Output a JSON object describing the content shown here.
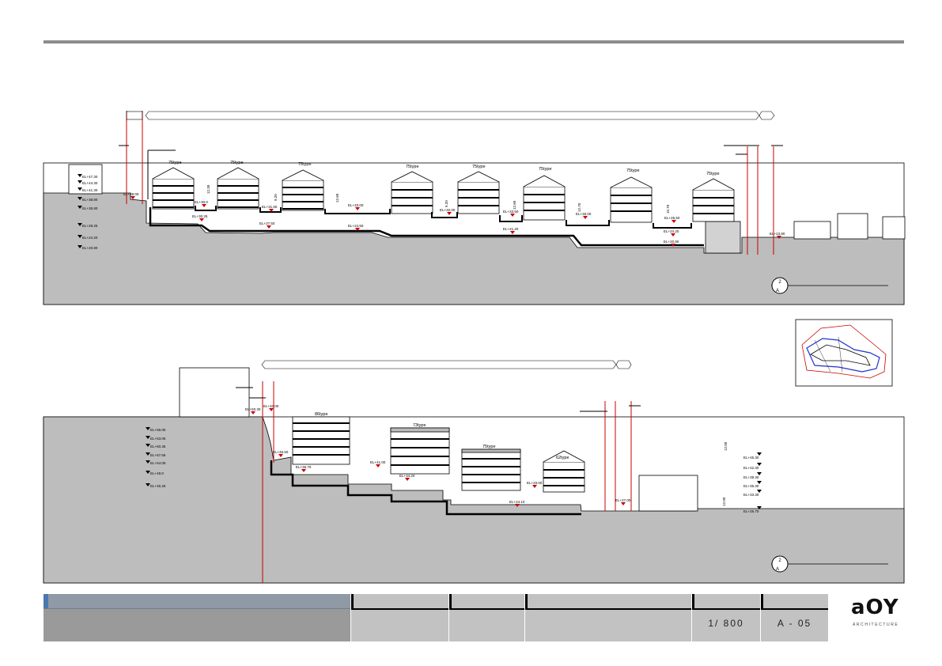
{
  "section_top": {
    "type_labels": [
      "75type",
      "75type",
      "75type",
      "75type",
      "75type",
      "75type",
      "75type",
      "75type"
    ],
    "elevations_left": [
      "EL+47.30",
      "EL+44.30",
      "EL+41.30",
      "EL+38.80",
      "EL+35.80",
      "EL+29.25",
      "EL+24.20",
      "EL+20.80"
    ],
    "elevation_markers": [
      "EL+28.00",
      "EL+30.25",
      "EL+30.0",
      "EL+27.50",
      "EL+31.50",
      "EL+33.00",
      "EL+24.50",
      "EL+32.00",
      "EL+33.50",
      "EL+21.20",
      "EL+30.00",
      "EL+24.20",
      "EL+26.50",
      "EL+20.90",
      "EL+23.80"
    ],
    "dims": [
      "12.30",
      "9.20",
      "12.60",
      "9.20",
      "12.60",
      "12.70",
      "15.70"
    ],
    "marker": {
      "top": "2",
      "bottom": "A"
    }
  },
  "section_bottom": {
    "type_labels": [
      "86type",
      "73type",
      "75type",
      "62type"
    ],
    "elevations_left": [
      "EL+66.05",
      "EL+63.05",
      "EL+60.35",
      "EL+57.65",
      "EL+54.05",
      "EL+49.0",
      "EL+46.25"
    ],
    "elevations_right": [
      "EL+45.30",
      "EL+42.30",
      "EL+39.30",
      "EL+36.30",
      "EL+33.30",
      "EL+26.70"
    ],
    "elevation_markers": [
      "EL+50.30",
      "EL+40.00",
      "EL+46.50",
      "EL+36.70",
      "EL+41.00",
      "EL+34.20",
      "EL+33.00",
      "EL+24.10",
      "EL+27.00"
    ],
    "dims": [
      "12.00",
      "12.00"
    ],
    "marker": {
      "top": "2",
      "bottom": "A"
    }
  },
  "titleblock": {
    "scale": "1/ 800",
    "sheet": "A - 05"
  },
  "logo": {
    "mark": "aOY",
    "sub": "ARCHITECTURE"
  }
}
